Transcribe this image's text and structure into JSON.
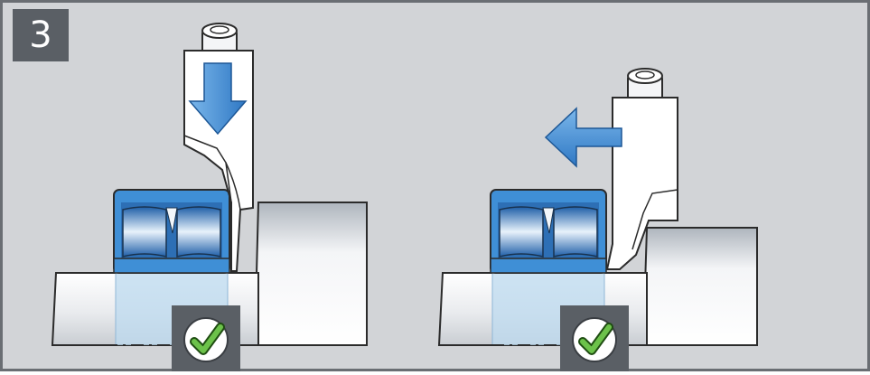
{
  "step": {
    "number": "3"
  },
  "panels": [
    {
      "id": "left",
      "arrow": "arrow-down-icon",
      "check": "checkmark-icon"
    },
    {
      "id": "right",
      "arrow": "arrow-left-icon",
      "check": "checkmark-icon"
    }
  ],
  "colors": {
    "background": "#d2d4d7",
    "frame": "#6a6e73",
    "accent_blue": "#3f8fd6",
    "check_green": "#6cc24a",
    "badge": "#5a5f65"
  }
}
